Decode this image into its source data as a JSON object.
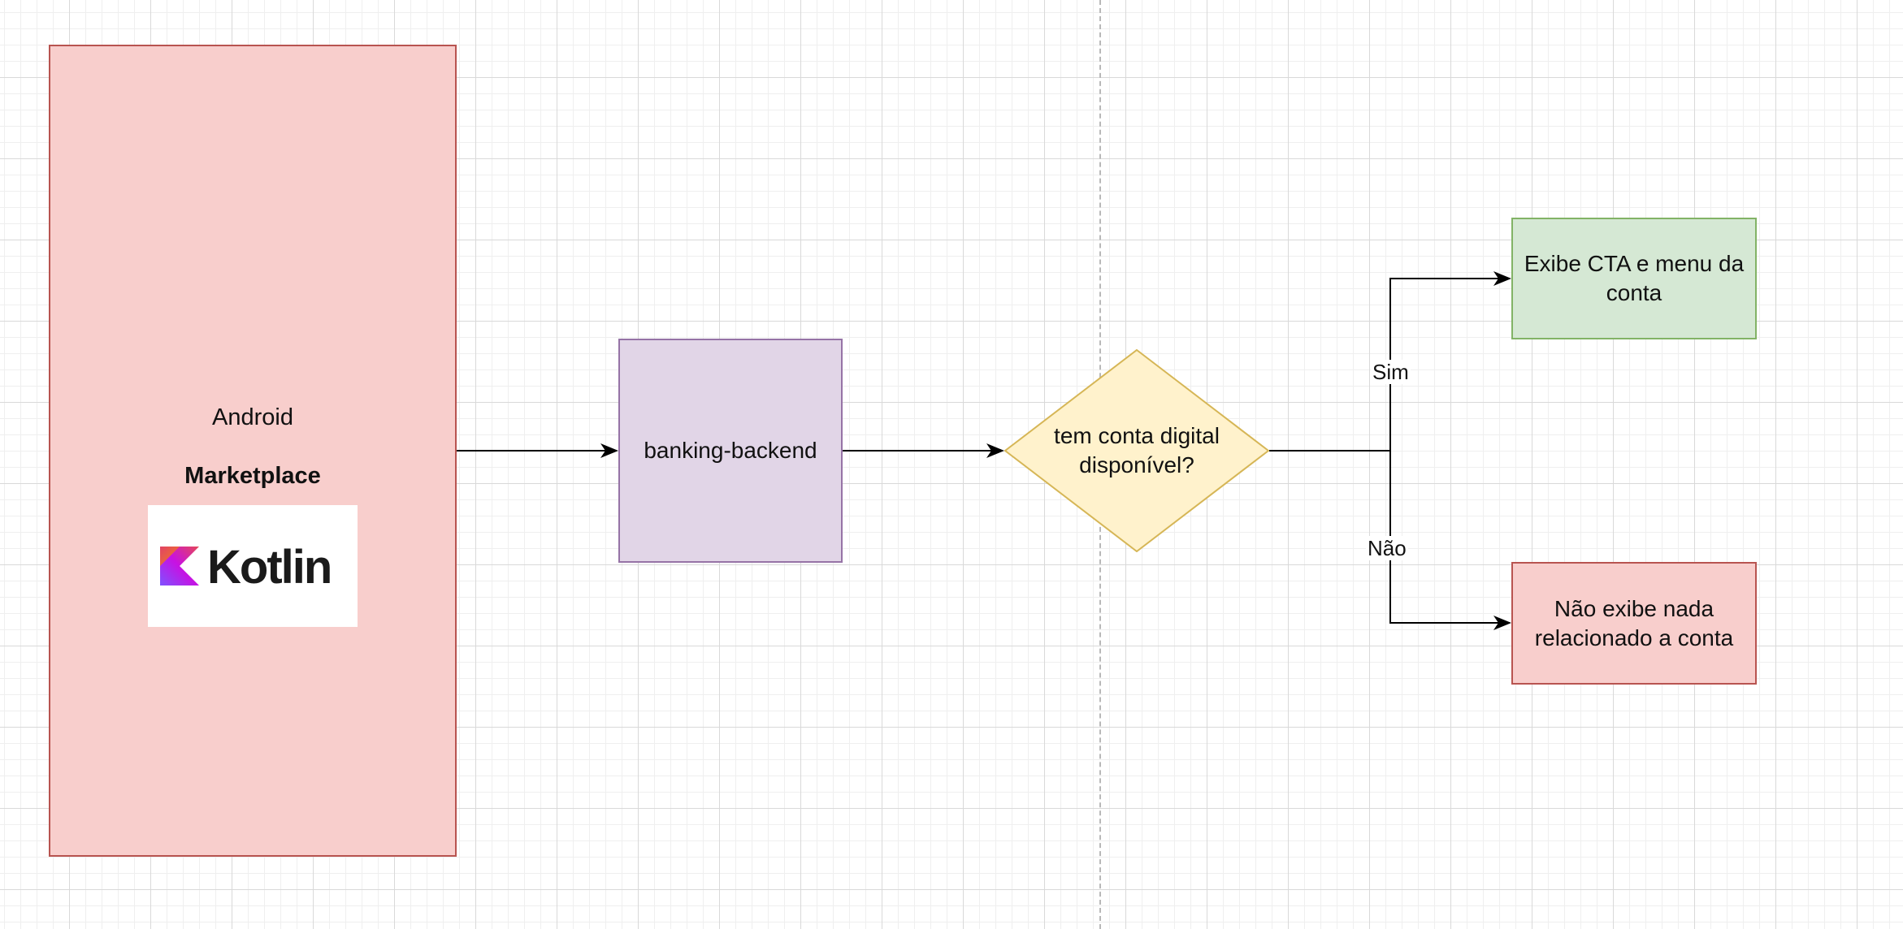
{
  "diagram": {
    "android_box": {
      "platform_label": "Android",
      "app_label": "Marketplace",
      "logo_text": "Kotlin",
      "fill_color": "#f8cecc",
      "stroke_color": "#b85450"
    },
    "backend_box": {
      "label": "banking-backend",
      "fill_color": "#e1d5e7",
      "stroke_color": "#9673a6"
    },
    "decision": {
      "label": "tem conta digital disponível?",
      "fill_color": "#fff2cc",
      "stroke_color": "#d6b656"
    },
    "yes_outcome": {
      "label": "Exibe CTA e menu da conta",
      "fill_color": "#d5e8d4",
      "stroke_color": "#82b366"
    },
    "no_outcome": {
      "label": "Não exibe nada relacionado a conta",
      "fill_color": "#f8cecc",
      "stroke_color": "#b85450"
    },
    "edges": {
      "yes_label": "Sim",
      "no_label": "Não"
    }
  }
}
